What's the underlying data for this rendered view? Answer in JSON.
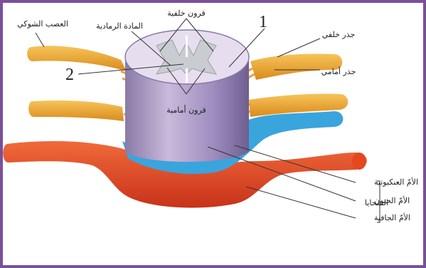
{
  "colors": {
    "frame": "#7a4f9c",
    "cord": "#b9a7c9",
    "grey_matter": "#c9cdd2",
    "nerve": "#f0a92e",
    "arachnoid": "#3aa4dd",
    "dura": "#e5471f"
  },
  "labels": {
    "spinal_nerve": "العصب الشوكي",
    "grey_matter": "المادة الرمادية",
    "posterior_horns": "قرون خلفية",
    "anterior_horns": "قرون أمامية",
    "num_1": "1",
    "num_2": "2",
    "dorsal_root": "جذر خلفي",
    "ventral_root": "جذر أمامي",
    "arachnoid": "الأمّ العنكبوتية",
    "pia": "الأمّ الحنون",
    "dura": "الأمّ الجافية",
    "meninges": "السحايا"
  }
}
